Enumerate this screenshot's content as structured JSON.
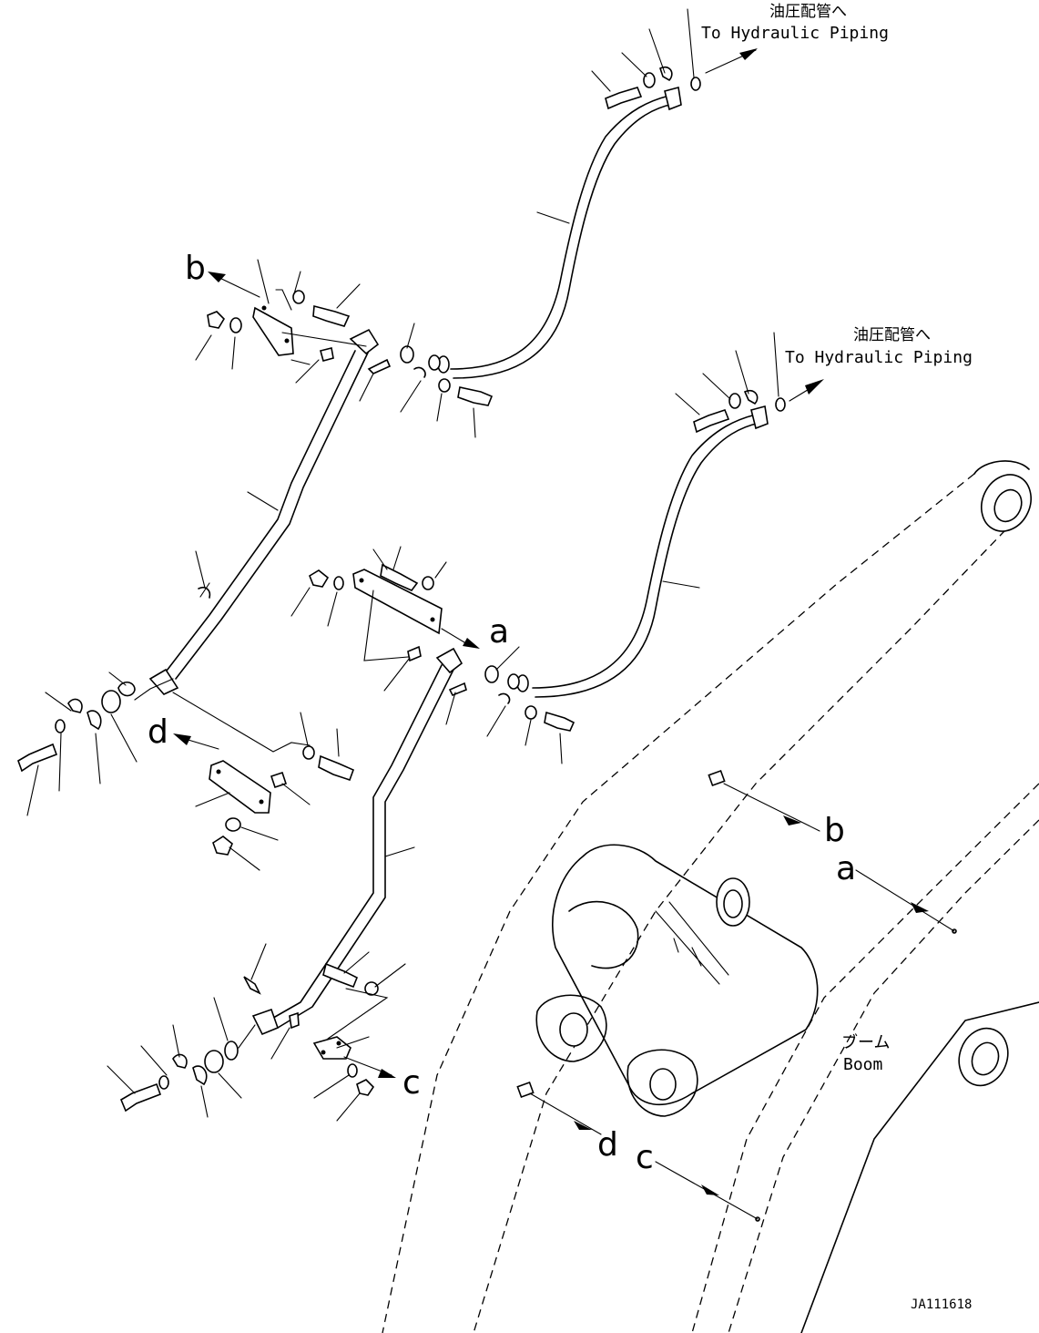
{
  "notes": {
    "to_hydraulic_ja": "油圧配管へ",
    "to_hydraulic_en": "To Hydraulic Piping"
  },
  "boom": {
    "label_ja": "ブーム",
    "label_en": "Boom"
  },
  "refs": {
    "a": "a",
    "b": "b",
    "c": "c",
    "d": "d"
  },
  "drawing_number": "JA111618"
}
